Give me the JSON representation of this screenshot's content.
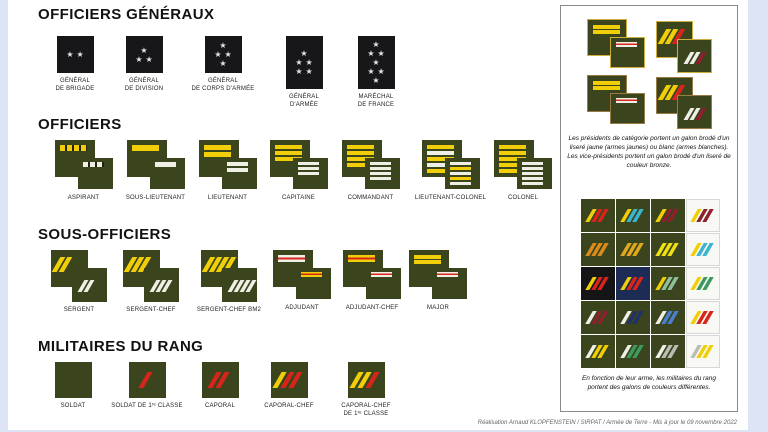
{
  "palette": {
    "green": "#3a451d",
    "black": "#151517",
    "navy": "#1d2c55",
    "white": "#f8f8f4",
    "gold": "#f1ce08",
    "silver": "#efefe6",
    "red": "#d8251b",
    "maroon": "#8e202d",
    "cyan": "#3ab5cf",
    "orange": "#db8a1c",
    "ochre": "#e0a81c",
    "yellow": "#efdf16",
    "blue": "#4b80cf",
    "darknavy": "#22306b",
    "ltgreen": "#8fbf9b",
    "grn": "#3c9a60",
    "gray": "#b9bdb2",
    "goldEdge": "#cfae3d",
    "bronzeEdge": "#9a7b45",
    "starpatch": "#17171a"
  },
  "sections": {
    "generals": {
      "title": "OFFICIERS GÉNÉRAUX",
      "ranks": [
        {
          "label": "GÉNÉRAL\nDE BRIGADE",
          "kind": "stars",
          "stars": 2
        },
        {
          "label": "GÉNÉRAL\nDE DIVISION",
          "kind": "stars",
          "stars": 3
        },
        {
          "label": "GÉNÉRAL\nDE CORPS D'ARMÉE",
          "kind": "stars",
          "stars": 4
        },
        {
          "label": "GÉNÉRAL\nD'ARMÉE",
          "kind": "stars",
          "stars": 5,
          "tall": true
        },
        {
          "label": "MARÉCHAL\nDE FRANCE",
          "kind": "stars",
          "stars": 7,
          "tall": true
        }
      ]
    },
    "officers": {
      "title": "OFFICIERS",
      "ranks": [
        {
          "label": "ASPIRANT",
          "kind": "group",
          "style": "bars",
          "main": [
            "gold-notched"
          ],
          "sub": [
            "silver-notched"
          ]
        },
        {
          "label": "SOUS-LIEUTENANT",
          "kind": "group",
          "style": "bars",
          "main": [
            "gold"
          ],
          "sub": [
            "silver"
          ]
        },
        {
          "label": "LIEUTENANT",
          "kind": "group",
          "style": "bars",
          "main": [
            "gold",
            "gold"
          ],
          "sub": [
            "silver",
            "silver"
          ]
        },
        {
          "label": "CAPITAINE",
          "kind": "group",
          "style": "bars",
          "main": [
            "gold",
            "gold",
            "gold"
          ],
          "sub": [
            "silver",
            "silver",
            "silver"
          ]
        },
        {
          "label": "COMMANDANT",
          "kind": "group",
          "style": "bars",
          "main": [
            "gold",
            "gold",
            "gold",
            "gold"
          ],
          "sub": [
            "silver",
            "silver",
            "silver",
            "silver"
          ]
        },
        {
          "label": "LIEUTENANT-COLONEL",
          "kind": "group",
          "style": "bars",
          "main": [
            "gold",
            "silver",
            "gold",
            "silver",
            "gold"
          ],
          "sub": [
            "silver",
            "gold",
            "silver",
            "gold",
            "silver"
          ]
        },
        {
          "label": "COLONEL",
          "kind": "group",
          "style": "bars",
          "main": [
            "gold",
            "gold",
            "gold",
            "gold",
            "gold"
          ],
          "sub": [
            "silver",
            "silver",
            "silver",
            "silver",
            "silver"
          ]
        }
      ]
    },
    "ncos": {
      "title": "SOUS-OFFICIERS",
      "ranks": [
        {
          "label": "SERGENT",
          "kind": "group",
          "style": "diag",
          "main": [
            "gold",
            "gold"
          ],
          "sub": [
            "silver",
            "silver"
          ]
        },
        {
          "label": "SERGENT-CHEF",
          "kind": "group",
          "style": "diag",
          "main": [
            "gold",
            "gold",
            "gold"
          ],
          "sub": [
            "silver",
            "silver",
            "silver"
          ]
        },
        {
          "label": "SERGENT-CHEF BM2",
          "kind": "group",
          "style": "diag",
          "main": [
            "gold",
            "gold",
            "gold",
            "gold"
          ],
          "sub": [
            "silver",
            "silver",
            "silver",
            "silver"
          ]
        },
        {
          "label": "ADJUDANT",
          "kind": "group",
          "style": "bars",
          "bh": 7,
          "main": [
            "silver-red"
          ],
          "sub": [
            "gold-red"
          ]
        },
        {
          "label": "ADJUDANT-CHEF",
          "kind": "group",
          "style": "bars",
          "bh": 7,
          "main": [
            "gold-red"
          ],
          "sub": [
            "silver-red"
          ]
        },
        {
          "label": "MAJOR",
          "kind": "group",
          "style": "bars",
          "tight": true,
          "main": [
            "gold",
            "gold"
          ],
          "sub": [
            "silver-red"
          ]
        }
      ]
    },
    "enlisted": {
      "title": "MILITAIRES DU RANG",
      "ranks": [
        {
          "label": "SOLDAT",
          "kind": "single",
          "stripes": []
        },
        {
          "label": "SOLDAT DE 1ʳᵉ CLASSE",
          "kind": "single",
          "stripes": [
            "red"
          ]
        },
        {
          "label": "CAPORAL",
          "kind": "single",
          "stripes": [
            "red",
            "red"
          ]
        },
        {
          "label": "CAPORAL-CHEF",
          "kind": "single",
          "stripes": [
            "gold",
            "red",
            "red"
          ]
        },
        {
          "label": "CAPORAL-CHEF\nDE 1ʳᵉ CLASSE",
          "kind": "single",
          "stripes": [
            "gold",
            "gold",
            "red"
          ]
        }
      ]
    }
  },
  "panel": {
    "presidents": [
      {
        "kind": "group",
        "style": "bars",
        "tight": true,
        "edge": "goldEdge",
        "main": [
          "gold",
          "gold"
        ],
        "sub": [
          "silver-red"
        ]
      },
      {
        "kind": "group",
        "style": "diag",
        "edge": "goldEdge",
        "main": [
          "gold",
          "gold",
          "red"
        ],
        "sub": [
          "silver",
          "silver",
          "maroon"
        ]
      },
      {
        "kind": "group",
        "style": "bars",
        "tight": true,
        "edge": "bronzeEdge",
        "main": [
          "gold",
          "gold"
        ],
        "sub": [
          "silver-red"
        ]
      },
      {
        "kind": "group",
        "style": "diag",
        "edge": "bronzeEdge",
        "main": [
          "gold",
          "gold",
          "red"
        ],
        "sub": [
          "silver",
          "silver",
          "maroon"
        ]
      }
    ],
    "note_presidents": "Les présidents de catégorie portent un galon brodé d'un liseré jaune (armes jaunes) ou blanc (armes blanches).\nLes vice-présidents portent un galon brodé d'un liseré de couleur bronze.",
    "grid": [
      {
        "bg": "green",
        "stripes": [
          "gold",
          "red",
          "red"
        ]
      },
      {
        "bg": "green",
        "stripes": [
          "gold",
          "cyan",
          "cyan"
        ]
      },
      {
        "bg": "green",
        "stripes": [
          "gold",
          "maroon",
          "maroon"
        ]
      },
      {
        "bg": "white",
        "stripes": [
          "gold",
          "maroon",
          "maroon"
        ]
      },
      {
        "bg": "green",
        "stripes": [
          "orange",
          "orange",
          "orange"
        ]
      },
      {
        "bg": "green",
        "stripes": [
          "ochre",
          "ochre",
          "ochre"
        ]
      },
      {
        "bg": "green",
        "stripes": [
          "yellow",
          "yellow",
          "yellow"
        ]
      },
      {
        "bg": "white",
        "stripes": [
          "gold",
          "cyan",
          "cyan"
        ]
      },
      {
        "bg": "black",
        "stripes": [
          "gold",
          "red",
          "red"
        ]
      },
      {
        "bg": "navy",
        "stripes": [
          "gold",
          "red",
          "red"
        ]
      },
      {
        "bg": "green",
        "stripes": [
          "gold",
          "ltgreen",
          "ltgreen"
        ]
      },
      {
        "bg": "white",
        "stripes": [
          "gold",
          "grn",
          "grn"
        ]
      },
      {
        "bg": "green",
        "stripes": [
          "silver",
          "maroon",
          "maroon"
        ]
      },
      {
        "bg": "green",
        "stripes": [
          "silver",
          "darknavy",
          "darknavy"
        ]
      },
      {
        "bg": "green",
        "stripes": [
          "silver",
          "blue",
          "blue"
        ]
      },
      {
        "bg": "white",
        "stripes": [
          "gold",
          "red",
          "red"
        ]
      },
      {
        "bg": "green",
        "stripes": [
          "silver",
          "gold",
          "gold"
        ]
      },
      {
        "bg": "green",
        "stripes": [
          "silver",
          "grn",
          "grn"
        ]
      },
      {
        "bg": "green",
        "stripes": [
          "silver",
          "gray",
          "gray"
        ]
      },
      {
        "bg": "white",
        "stripes": [
          "gray",
          "gold",
          "gold"
        ]
      }
    ],
    "note_arms": "En fonction de leur arme, les militaires du rang portent des galons de couleurs différentes."
  },
  "footer": "Réalisation Arnaud KLOPFENSTEIN / SIRPAT / Armée de Terre - Mis à jour le 09 novembre 2022"
}
